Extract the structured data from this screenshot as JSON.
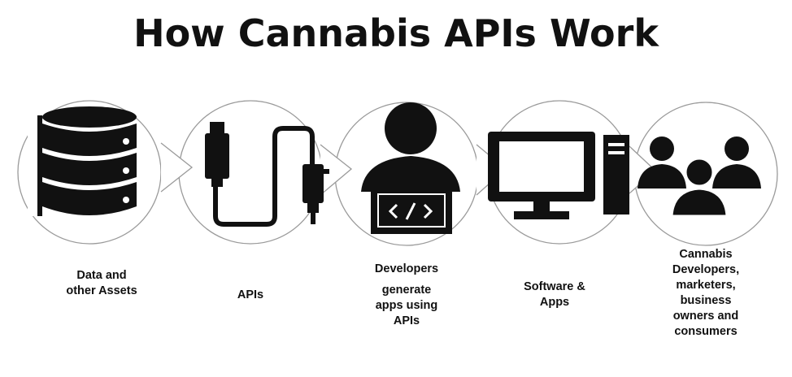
{
  "title": "How Cannabis APIs Work",
  "colors": {
    "ink": "#111111",
    "circle_stroke": "#9a9a9a",
    "background": "#ffffff"
  },
  "steps": [
    {
      "icon": "database-icon",
      "label": [
        "Data and",
        "other Assets"
      ]
    },
    {
      "icon": "cable-plug-icon",
      "label": [
        "APIs"
      ]
    },
    {
      "icon": "developer-laptop-icon",
      "label": [
        "Developers",
        "generate",
        "apps using",
        "APIs"
      ]
    },
    {
      "icon": "computer-monitor-icon",
      "label": [
        "Software &",
        "Apps"
      ]
    },
    {
      "icon": "people-group-icon",
      "label": [
        "Cannabis",
        "Developers,",
        "marketers,",
        "business",
        "owners and",
        "consumers"
      ]
    }
  ]
}
